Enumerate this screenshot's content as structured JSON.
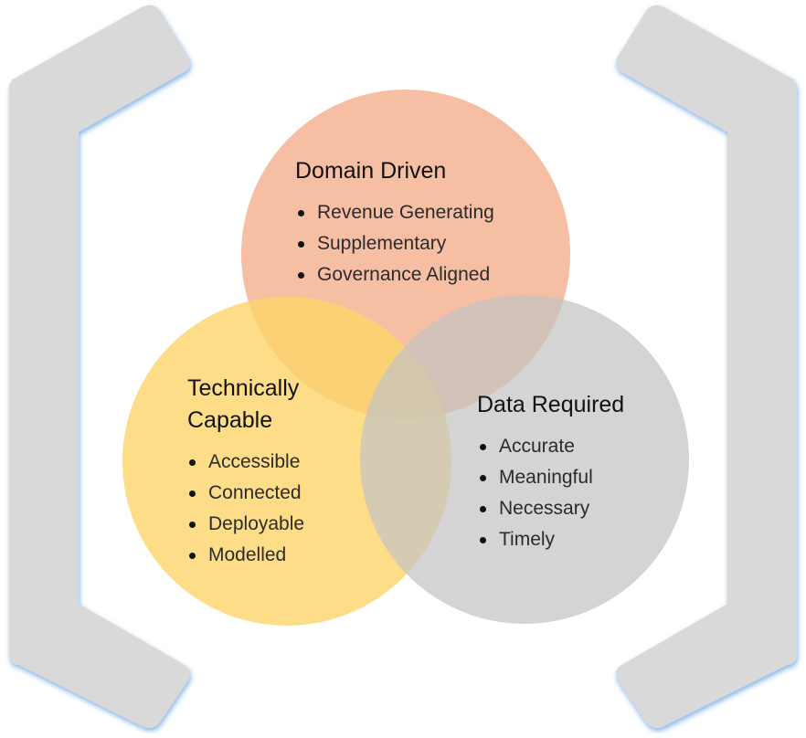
{
  "diagram": {
    "circles": [
      {
        "id": "domain",
        "title": "Domain Driven",
        "items": [
          "Revenue Generating",
          "Supplementary",
          "Governance Aligned"
        ],
        "color": "#F4B08E"
      },
      {
        "id": "technical",
        "title": "Technically Capable",
        "items": [
          "Accessible",
          "Connected",
          "Deployable",
          "Modelled"
        ],
        "color": "#FCD56C"
      },
      {
        "id": "data",
        "title": "Data Required",
        "items": [
          "Accurate",
          "Meaningful",
          "Necessary",
          "Timely"
        ],
        "color": "#C9C9C9"
      }
    ],
    "colors": {
      "bracket_fill": "#D9D9D9",
      "bracket_glow": "#6FA8E6",
      "text": "#111111"
    }
  }
}
